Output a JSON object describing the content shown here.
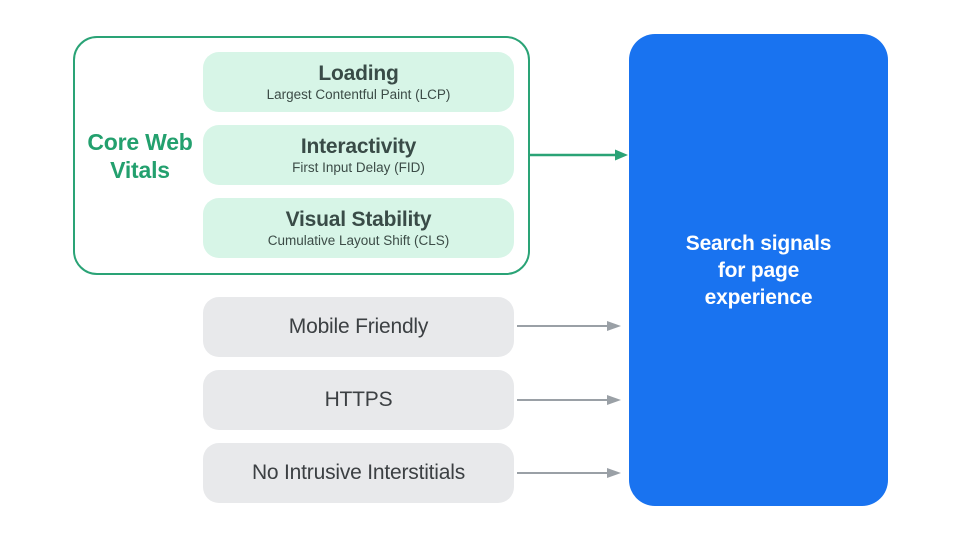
{
  "colors": {
    "green_accent": "#23a06e",
    "green_border": "#2aa376",
    "mint_fill": "#d7f5e7",
    "mint_text": "#394b47",
    "gray_fill": "#e8e9eb",
    "gray_text": "#3c4043",
    "gray_arrow": "#9aa0a6",
    "blue_fill": "#1973f0",
    "white_text": "#ffffff"
  },
  "core_web_vitals": {
    "label": "Core Web Vitals",
    "items": [
      {
        "title": "Loading",
        "subtitle": "Largest Contentful Paint (LCP)"
      },
      {
        "title": "Interactivity",
        "subtitle": "First Input Delay (FID)"
      },
      {
        "title": "Visual Stability",
        "subtitle": "Cumulative Layout Shift (CLS)"
      }
    ]
  },
  "other_signals": [
    {
      "label": "Mobile Friendly"
    },
    {
      "label": "HTTPS"
    },
    {
      "label": "No Intrusive Interstitials"
    }
  ],
  "result_box": {
    "label": "Search signals for page experience"
  }
}
